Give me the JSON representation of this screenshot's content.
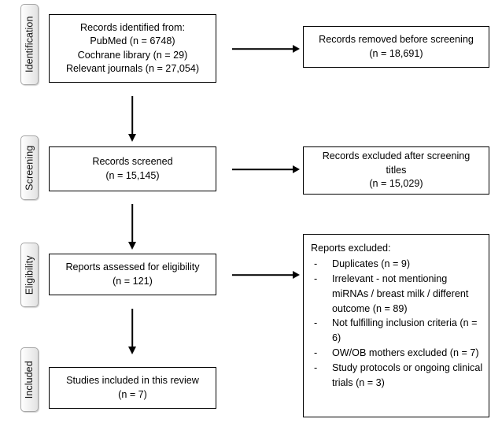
{
  "diagram": {
    "type": "prisma-flow-diagram",
    "background_color": "#ffffff",
    "box_border_color": "#000000",
    "tab_border_color": "#a6a6a6",
    "tab_fill_color": "#f2f2f2"
  },
  "stages": [
    {
      "id": "identification",
      "label": "Identification"
    },
    {
      "id": "screening",
      "label": "Screening"
    },
    {
      "id": "eligibility",
      "label": "Eligibility"
    },
    {
      "id": "included",
      "label": "Included"
    }
  ],
  "boxes": {
    "records_identified": {
      "lines": [
        "Records identified from:",
        "PubMed (n = 6748)",
        "Cochrane library (n = 29)",
        "Relevant journals (n = 27,054)"
      ]
    },
    "records_removed": {
      "lines": [
        "Records removed before screening",
        "(n = 18,691)"
      ]
    },
    "records_screened": {
      "lines": [
        "Records screened",
        "(n = 15,145)"
      ]
    },
    "records_excluded": {
      "lines": [
        "Records excluded after screening",
        "titles",
        "(n = 15,029)"
      ]
    },
    "reports_assessed": {
      "lines": [
        "Reports assessed for eligibility",
        "(n = 121)"
      ]
    },
    "reports_excluded": {
      "title": "Reports excluded:",
      "dash": "-",
      "items": [
        [
          "Duplicates (n = 9)"
        ],
        [
          "Irrelevant - not mentioning",
          "miRNAs / breast milk / different",
          "outcome (n = 89)"
        ],
        [
          "Not fulfilling inclusion criteria",
          "(n = 6)"
        ],
        [
          "OW/OB mothers excluded",
          "(n = 7)"
        ],
        [
          "Study protocols or ongoing",
          "clinical trials (n = 3)"
        ]
      ]
    },
    "studies_included": {
      "lines": [
        "Studies included in this review",
        "(n = 7)"
      ]
    }
  },
  "chart_data": {
    "type": "diagram",
    "title": "PRISMA flow diagram",
    "nodes": [
      {
        "id": "records_identified",
        "stage": "Identification",
        "label": "Records identified from",
        "sources": [
          {
            "name": "PubMed",
            "n": 6748
          },
          {
            "name": "Cochrane library",
            "n": 29
          },
          {
            "name": "Relevant journals",
            "n": 27054
          }
        ]
      },
      {
        "id": "records_removed",
        "stage": "Identification",
        "label": "Records removed before screening",
        "n": 18691
      },
      {
        "id": "records_screened",
        "stage": "Screening",
        "label": "Records screened",
        "n": 15145
      },
      {
        "id": "records_excluded",
        "stage": "Screening",
        "label": "Records excluded after screening titles",
        "n": 15029
      },
      {
        "id": "reports_assessed",
        "stage": "Eligibility",
        "label": "Reports assessed for eligibility",
        "n": 121
      },
      {
        "id": "reports_excluded",
        "stage": "Eligibility",
        "label": "Reports excluded",
        "reasons": [
          {
            "reason": "Duplicates",
            "n": 9
          },
          {
            "reason": "Irrelevant - not mentioning miRNAs / breast milk / different outcome",
            "n": 89
          },
          {
            "reason": "Not fulfilling inclusion criteria",
            "n": 6
          },
          {
            "reason": "OW/OB mothers excluded",
            "n": 7
          },
          {
            "reason": "Study protocols or ongoing clinical trials",
            "n": 3
          }
        ]
      },
      {
        "id": "studies_included",
        "stage": "Included",
        "label": "Studies included in this review",
        "n": 7
      }
    ],
    "edges": [
      {
        "from": "records_identified",
        "to": "records_removed",
        "direction": "right"
      },
      {
        "from": "records_identified",
        "to": "records_screened",
        "direction": "down"
      },
      {
        "from": "records_screened",
        "to": "records_excluded",
        "direction": "right"
      },
      {
        "from": "records_screened",
        "to": "reports_assessed",
        "direction": "down"
      },
      {
        "from": "reports_assessed",
        "to": "reports_excluded",
        "direction": "right"
      },
      {
        "from": "reports_assessed",
        "to": "studies_included",
        "direction": "down"
      }
    ]
  }
}
